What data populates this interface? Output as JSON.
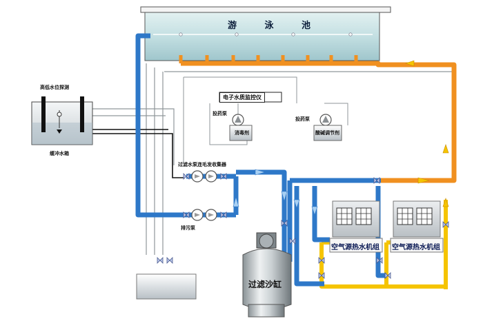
{
  "pool": {
    "name": "游 泳 池"
  },
  "balance_tank": {
    "level_label": "高低水位探测",
    "name": "缓冲水箱"
  },
  "quality_monitor": {
    "label": "电子水质监控仪"
  },
  "dosing": {
    "pump_a_label": "投药泵",
    "tank_a_label": "消毒剂",
    "pump_b_label": "投药泵",
    "tank_b_label": "酸碱调节剂"
  },
  "hair_filter_label": "过滤水泵连毛发收集器",
  "drain_pump_label": "排污泵",
  "filter_label": "过滤沙缸",
  "heat_pump_1_label": "空气源热水机组",
  "heat_pump_2_label": "空气源热水机组",
  "colors": {
    "blue_pipe": "#2e78c8",
    "orange_pipe": "#f09020",
    "yellow_pipe": "#f5c400",
    "black_pipe": "#111111"
  }
}
